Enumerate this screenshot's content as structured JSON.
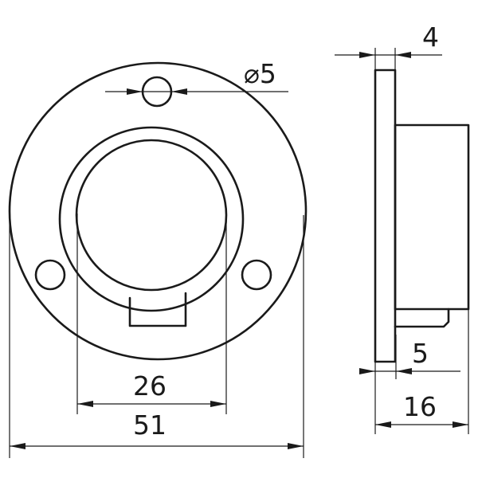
{
  "dimensions": {
    "outer_diameter": "51",
    "inner_width": "26",
    "hole_diameter": "⌀5",
    "flange_thickness": "4",
    "collar_depth": "5",
    "total_depth": "16"
  }
}
